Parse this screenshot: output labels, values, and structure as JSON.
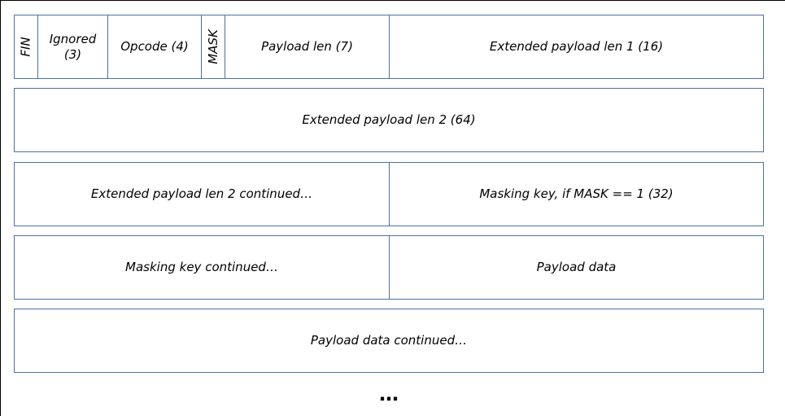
{
  "rows": [
    {
      "fin": "FIN",
      "ignored": "Ignored (3)",
      "opcode": "Opcode (4)",
      "mask": "MASK",
      "payload_len": "Payload len (7)",
      "ext_len_1": "Extended payload len 1 (16)"
    },
    {
      "ext_len_2": "Extended payload len 2 (64)"
    },
    {
      "ext_len_2_cont": "Extended payload len 2 continued…",
      "masking_key": "Masking key, if MASK == 1 (32)"
    },
    {
      "masking_key_cont": "Masking key continued…",
      "payload_data": "Payload data"
    },
    {
      "payload_data_cont": "Payload data continued…"
    }
  ],
  "ellipsis": "…"
}
